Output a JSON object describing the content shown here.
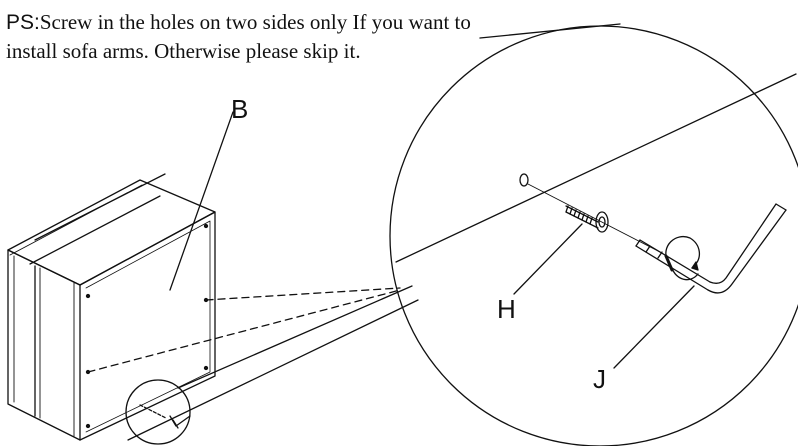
{
  "note": {
    "prefix": "PS:",
    "line1": "Screw in the holes on two sides only If you want to",
    "line2": "install sofa arms. Otherwise please skip it."
  },
  "labels": {
    "b": "B",
    "h": "H",
    "j": "J"
  },
  "colors": {
    "line": "#111111",
    "background": "#ffffff"
  }
}
